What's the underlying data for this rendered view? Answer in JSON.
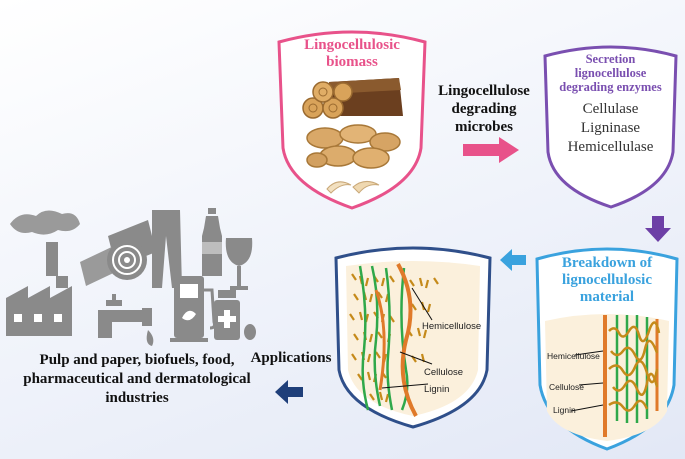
{
  "biomass": {
    "title_line1": "Lingocellulosic",
    "title_line2": "biomass"
  },
  "microbes": {
    "line1": "Lingocellulose",
    "line2": "degrading",
    "line3": "microbes"
  },
  "enzymes": {
    "title_line1": "Secretion",
    "title_line2": "lignocellulose",
    "title_line3": "degrading enzymes",
    "items": [
      "Cellulase",
      "Ligninase",
      "Hemicellulase"
    ]
  },
  "breakdown": {
    "title_line1": "Breakdown of",
    "title_line2": "lignocellulosic",
    "title_line3": "material",
    "labels": {
      "hemicellulose": "Hemicellulose",
      "cellulose": "Cellulose",
      "lignin": "Lignin"
    }
  },
  "structure": {
    "labels": {
      "hemicellulose": "Hemicellulose",
      "cellulose": "Cellulose",
      "lignin": "Lignin"
    }
  },
  "applications": {
    "label": "Applications"
  },
  "industries": {
    "line1": "Pulp and paper, biofuels, food,",
    "line2": "pharmaceutical and dermatological",
    "line3": "industries"
  },
  "icons": [
    "wood-logs-icon",
    "wood-chips-icon",
    "factory-icon",
    "paper-roll-icon",
    "jeans-icon",
    "water-bottle-icon",
    "wine-glass-icon",
    "faucet-icon",
    "fuel-pump-icon",
    "medicine-bottle-icon",
    "pill-icon"
  ],
  "colors": {
    "pink": "#e8528a",
    "purple": "#7a4fb0",
    "blue": "#3aa2de",
    "navy": "#2f4f8a",
    "dark_blue": "#1f3f7a",
    "icon_gray": "#8a8a8a"
  }
}
